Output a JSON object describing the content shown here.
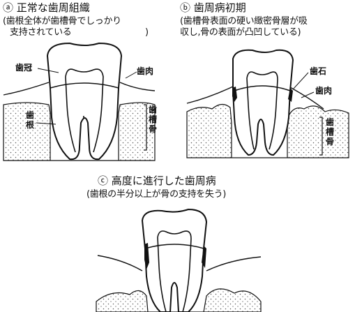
{
  "panel_a": {
    "title": "ⓐ 正常な歯周組織",
    "sub_line1": "(歯根全体が歯槽骨でしっかり",
    "sub_line2": "支持されている",
    "close_paren": ")",
    "labels": {
      "crown": "歯冠",
      "gum": "歯肉",
      "root": "歯根",
      "bone": "歯槽骨"
    }
  },
  "panel_b": {
    "title": "ⓑ 歯周病初期",
    "sub_line1": "(歯槽骨表面の硬い緻密骨層が吸",
    "sub_line2": "収し,骨の表面が凸凹している)",
    "labels": {
      "calculus": "歯石",
      "gum": "歯肉",
      "bone": "歯槽骨"
    }
  },
  "panel_c": {
    "title": "ⓒ 高度に進行した歯周病",
    "sub_line1": "(歯根の半分以上が骨の支持を失う)"
  },
  "colors": {
    "ink": "#111111",
    "paper": "#ffffff",
    "stipple": "#555555"
  }
}
